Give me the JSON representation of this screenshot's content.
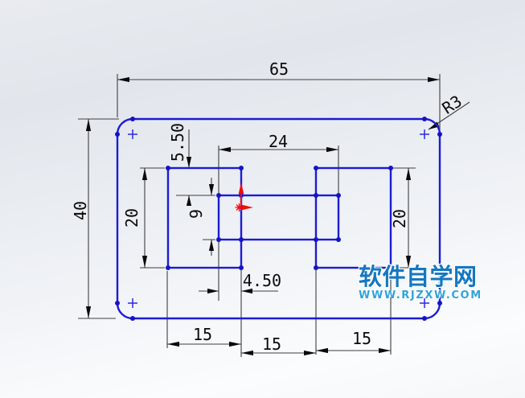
{
  "drawing": {
    "type": "cad-sketch",
    "dimensions": {
      "overall_width": "65",
      "overall_height": "40",
      "slot_width": "24",
      "top_offset": "5.50",
      "slot_height": "9",
      "overlap": "4.50",
      "left_square_width": "15",
      "middle_gap": "15",
      "right_square_width": "15",
      "left_square_height": "20",
      "right_square_height": "20",
      "corner_radius": "R3"
    }
  },
  "watermark": {
    "title": "软件自学网",
    "url": "WWW.RJZXW.COM"
  },
  "colors": {
    "sketch_line": "#1c1cd2",
    "sketch_point": "#1414c4",
    "dimension_line": "#3e3e3e",
    "dimension_text": "#0a0a0a",
    "origin": "#f20d0d",
    "watermark_title": "#1577c0",
    "watermark_url": "#32a2da",
    "background_top": "#e2e6ec",
    "background_bottom": "#fbfcfd"
  }
}
